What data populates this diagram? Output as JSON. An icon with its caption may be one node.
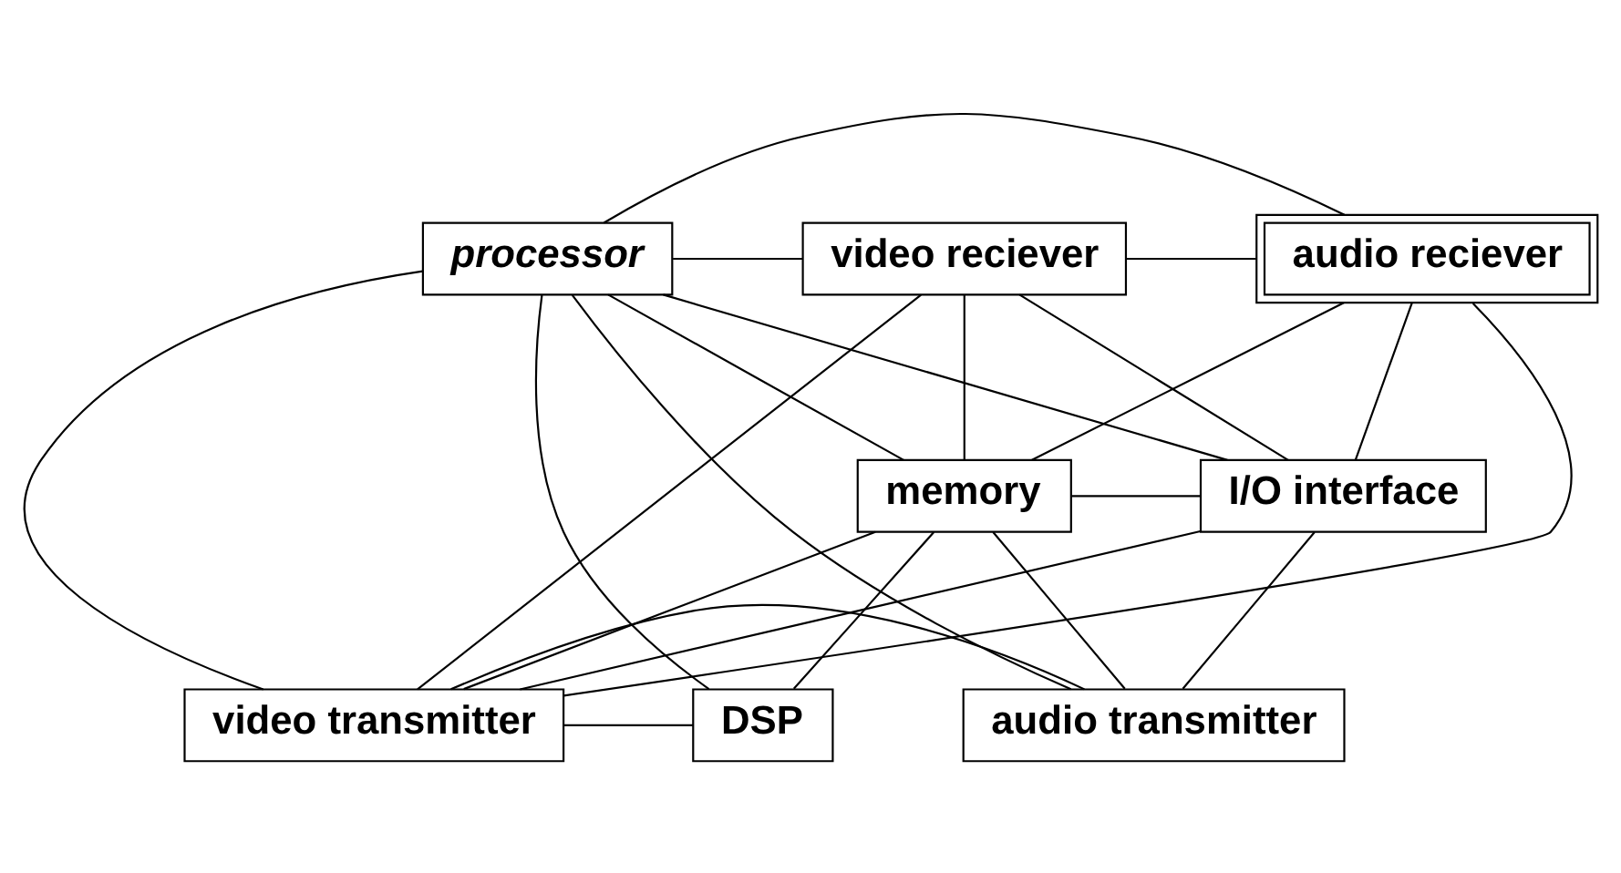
{
  "diagram": {
    "nodes": [
      {
        "text": [
          "processor"
        ]
      },
      {
        "text": [
          "video reciever"
        ]
      },
      {
        "text": [
          "audio reciever"
        ]
      },
      {
        "text": [
          "memory"
        ]
      },
      {
        "text": [
          "I/O interface"
        ]
      },
      {
        "text": [
          "video transmitter"
        ]
      },
      {
        "text": [
          "DSP"
        ]
      },
      {
        "text": [
          "audio transmitter"
        ]
      }
    ],
    "edges": [
      {
        "from": 0,
        "to": 1,
        "arrow": "none"
      },
      {
        "from": 0,
        "to": 2,
        "arrow": "none"
      },
      {
        "from": 0,
        "to": 4,
        "arrow": "none"
      },
      {
        "from": 0,
        "to": 3,
        "arrow": "none"
      },
      {
        "from": 0,
        "to": 6,
        "arrow": "none"
      },
      {
        "from": 0,
        "to": 7,
        "arrow": "none"
      },
      {
        "from": 0,
        "to": 5,
        "arrow": "none"
      },
      {
        "from": 1,
        "to": 2,
        "arrow": "none"
      },
      {
        "from": 1,
        "to": 3,
        "arrow": "none"
      },
      {
        "from": 1,
        "to": 5,
        "arrow": "none"
      },
      {
        "from": 1,
        "to": 4,
        "arrow": "none"
      },
      {
        "from": 2,
        "to": 3,
        "arrow": "none"
      },
      {
        "from": 2,
        "to": 5,
        "arrow": "none"
      },
      {
        "from": 2,
        "to": 4,
        "arrow": "none"
      },
      {
        "from": 3,
        "to": 4,
        "arrow": "none"
      },
      {
        "from": 3,
        "to": 5,
        "arrow": "none"
      },
      {
        "from": 3,
        "to": 6,
        "arrow": "none"
      },
      {
        "from": 3,
        "to": 7,
        "arrow": "none"
      },
      {
        "from": 4,
        "to": 5,
        "arrow": "none"
      },
      {
        "from": 4,
        "to": 7,
        "arrow": "none"
      },
      {
        "from": 5,
        "to": 6,
        "arrow": "none"
      },
      {
        "from": 5,
        "to": 7,
        "arrow": "none"
      }
    ]
  }
}
